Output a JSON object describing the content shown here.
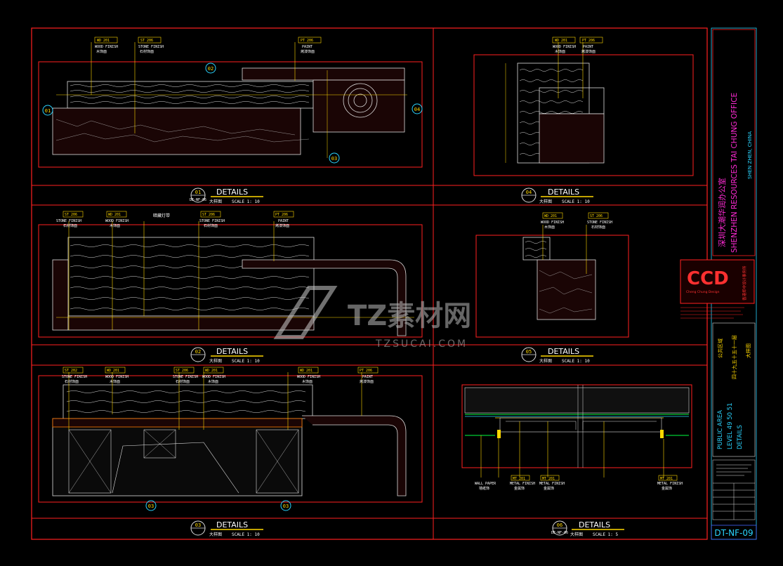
{
  "sheet": {
    "drawing_number": "DT-NF-09",
    "watermark_cn": "TZ素材网",
    "watermark_en": "TZSUCAI.COM"
  },
  "title_block": {
    "project_cn": "深圳大潮华润办公室",
    "project_en": "SHENZHEN RESOURCES TAI CHUNG OFFICE",
    "city": "SHEN ZHEN, CHINA",
    "logo": "CCD",
    "logo_sub": "Cheng Chung Design",
    "logo_cn": "香港郑中设计事务所",
    "area_en": "PUBLIC AREA",
    "level_en": "LEVEL 49 50 51",
    "sheet_en": "DETAILS",
    "area_cn": "公共区域",
    "level_cn": "四十九五十五十一层",
    "sheet_cn": "大样图"
  },
  "details": [
    {
      "id": "detail-01",
      "num": "01",
      "ref": "DE-NF-06",
      "title": "DETAILS",
      "title_cn": "大样图",
      "scale": "SCALE 1: 10"
    },
    {
      "id": "detail-02",
      "num": "02",
      "ref": "",
      "title": "DETAILS",
      "title_cn": "大样图",
      "scale": "SCALE 1: 10"
    },
    {
      "id": "detail-03",
      "num": "03",
      "ref": "",
      "title": "DETAILS",
      "title_cn": "大样图",
      "scale": "SCALE 1: 10"
    },
    {
      "id": "detail-04",
      "num": "04",
      "ref": "",
      "title": "DETAILS",
      "title_cn": "大样图",
      "scale": "SCALE 1: 10"
    },
    {
      "id": "detail-05",
      "num": "05",
      "ref": "",
      "title": "DETAILS",
      "title_cn": "大样图",
      "scale": "SCALE 1: 10"
    },
    {
      "id": "detail-06",
      "num": "06",
      "ref": "DE-NF-06",
      "title": "DETAILS",
      "title_cn": "大样图",
      "scale": "SCALE 1: 5"
    }
  ],
  "callouts": {
    "wd": "WD 201",
    "wood_finish": "WOOD FINISH",
    "wood_cn": "木饰面",
    "st": "ST 206",
    "stone_finish": "STONE FINISH",
    "stone_cn": "石材饰面",
    "pt": "PT 206",
    "paint": "PAINT",
    "paint_cn": "烤漆饰面",
    "st2": "ST 202",
    "mt": "MT 201",
    "metal_finish": "METAL FINISH",
    "metal_cn": "金属饰",
    "wallpaper": "WALL PAPER",
    "wallpaper_cn": "墙纸饰",
    "note_cn": "暗藏灯带"
  },
  "markers": {
    "m1": "01",
    "m2": "02",
    "m3": "03",
    "m4": "04"
  }
}
